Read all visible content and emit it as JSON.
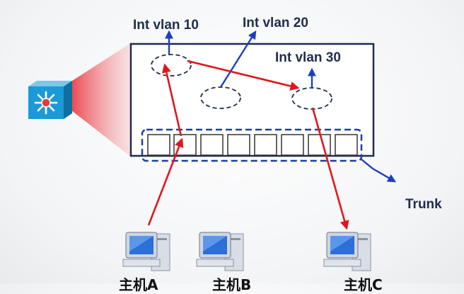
{
  "labels": {
    "vlan10": "Int vlan 10",
    "vlan20": "Int vlan 20",
    "vlan30": "Int vlan 30",
    "trunk": "Trunk"
  },
  "hosts": [
    {
      "label": "主机A"
    },
    {
      "label": "主机B"
    },
    {
      "label": "主机C"
    }
  ],
  "colors": {
    "red_arrow": "#e0161b",
    "blue_arrow": "#1b3fc2",
    "switch_border": "#1f2d4d",
    "dashed": "#1f3f8f",
    "switch_icon": "#1a9ad6"
  },
  "icons": [
    "switch-icon",
    "computer-icon"
  ]
}
